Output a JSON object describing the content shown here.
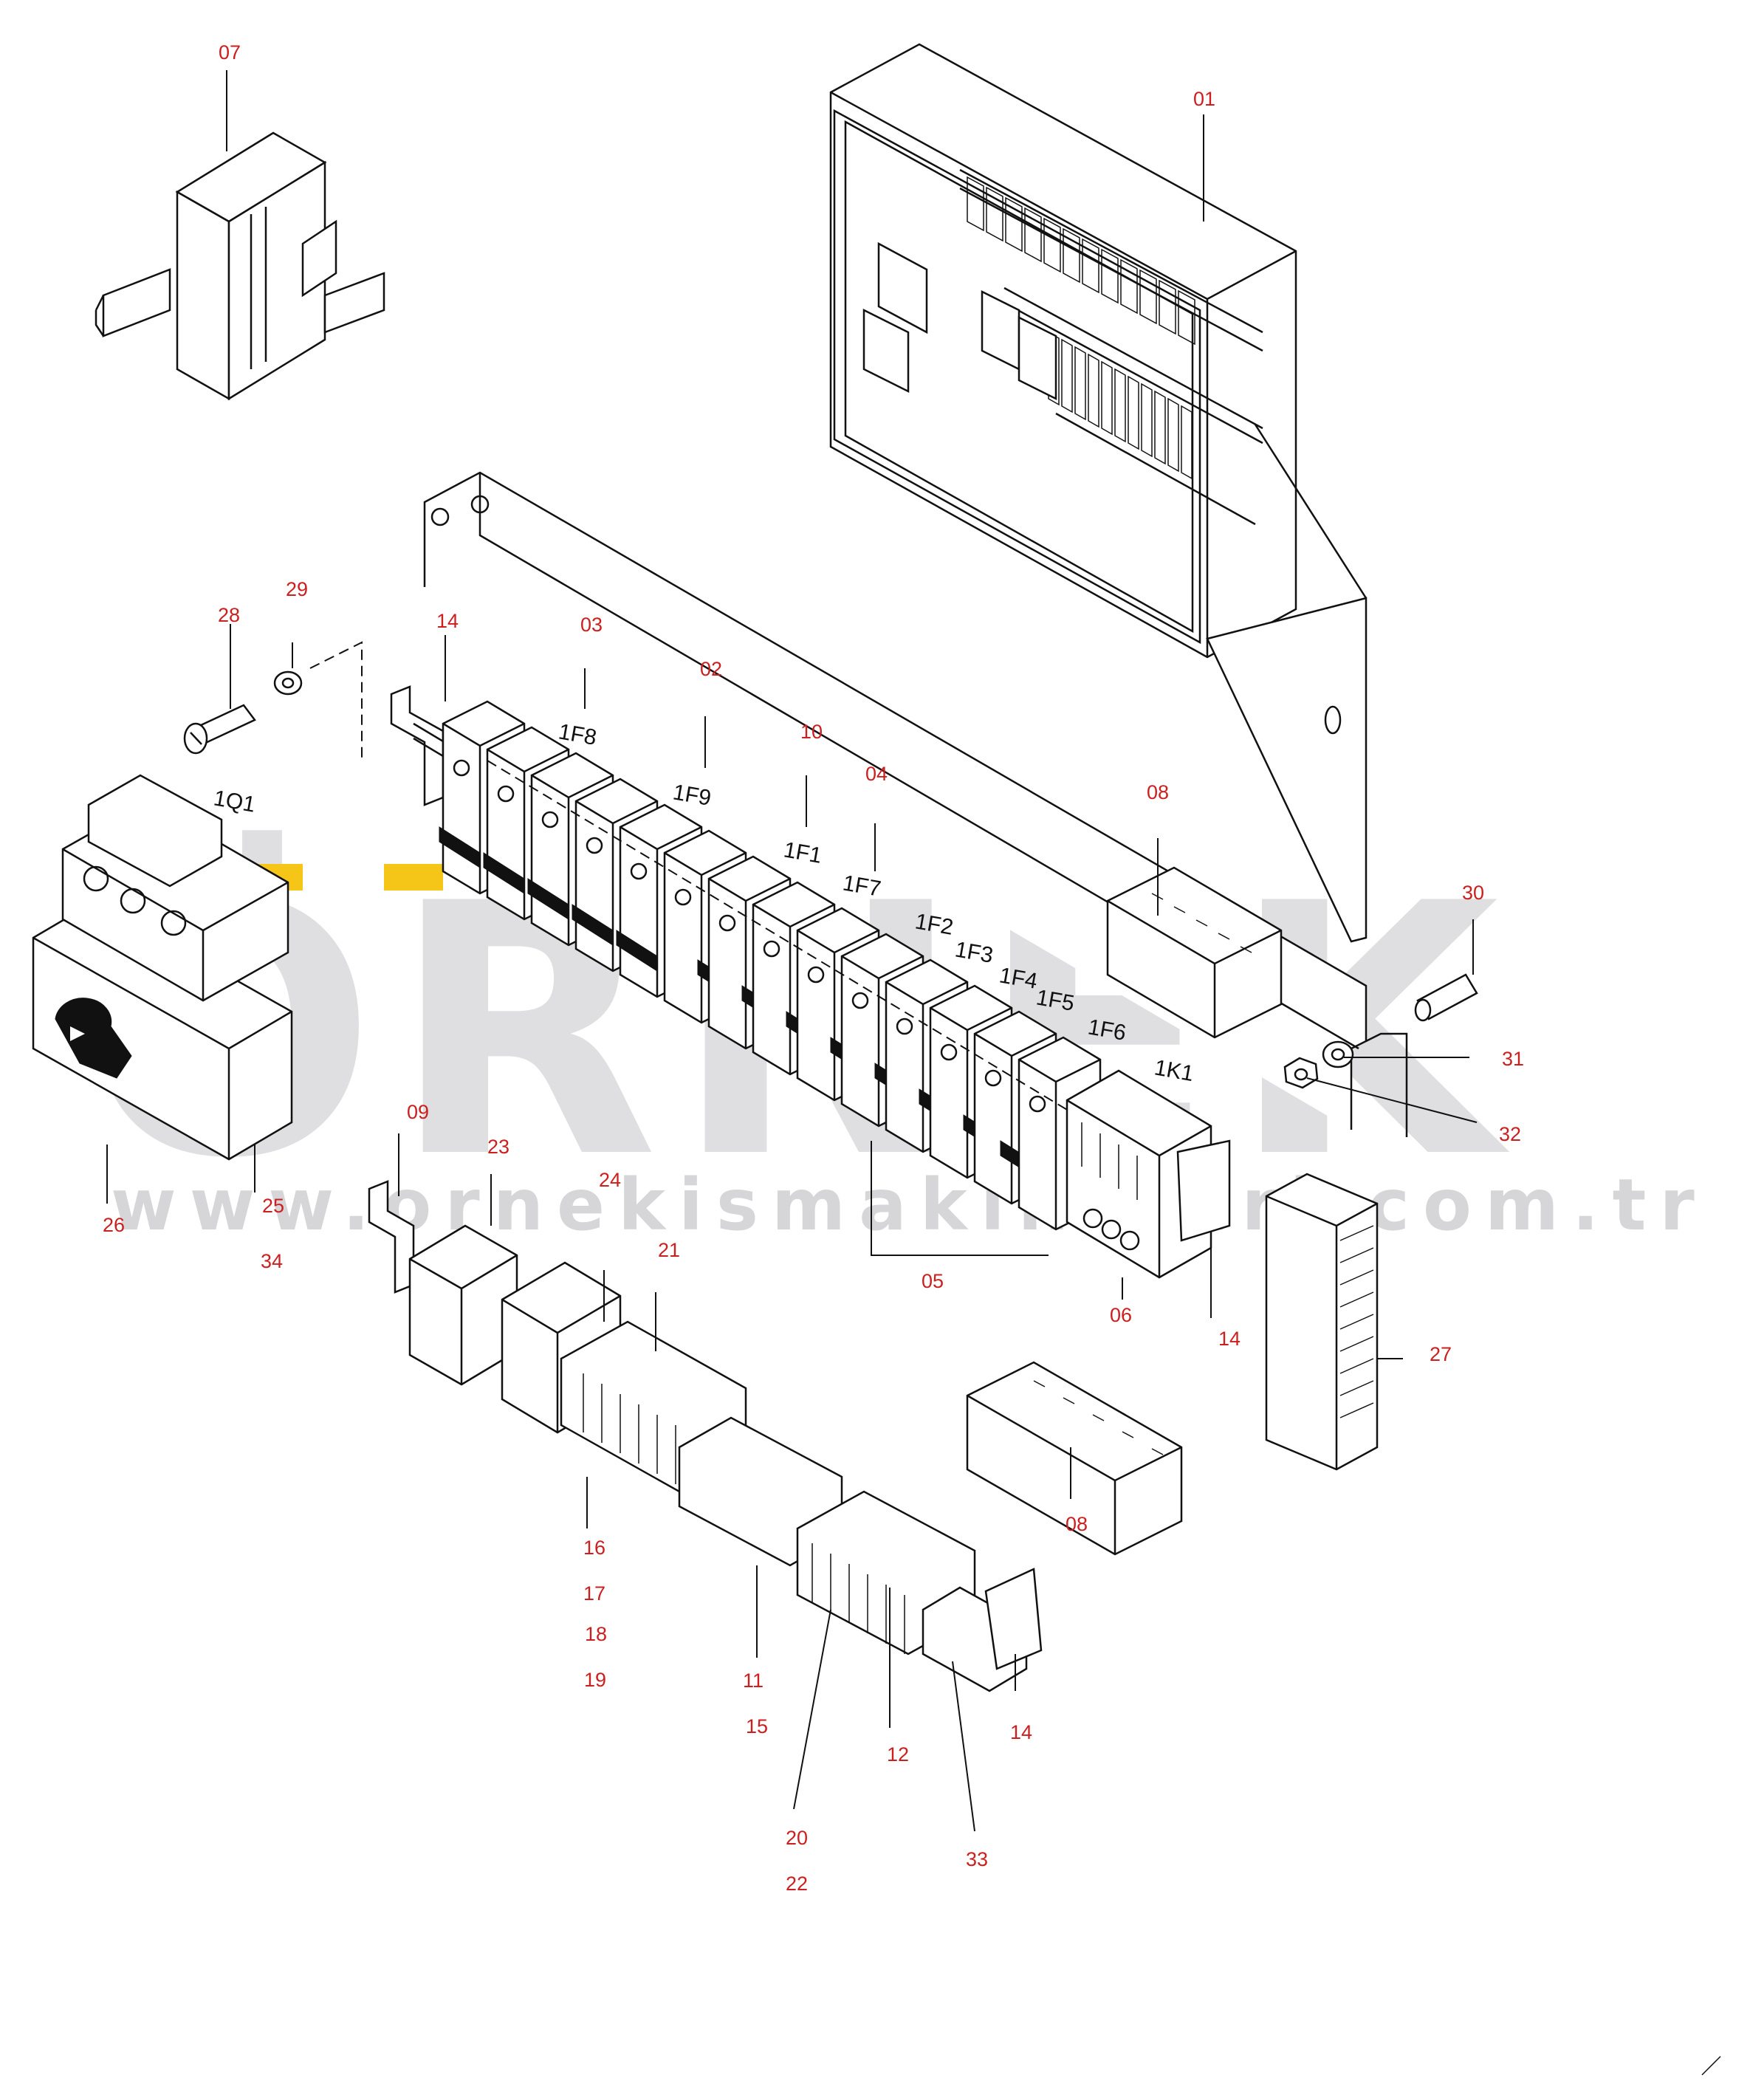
{
  "watermark": {
    "brand": "ÖRNEK",
    "url": "www.ornekismakinalari.com.tr",
    "accent_color": "#f5c518"
  },
  "colors": {
    "callout": "#cc1f1f",
    "line": "#111111",
    "watermark": "#6d6d78"
  },
  "designations": {
    "f8": "1F8",
    "f9": "1F9",
    "f1": "1F1",
    "f7": "1F7",
    "f2": "1F2",
    "f3": "1F3",
    "f4": "1F4",
    "f5": "1F5",
    "f6": "1F6",
    "k1": "1K1",
    "q1": "1Q1"
  },
  "callouts": {
    "c07": "07",
    "c01": "01",
    "c28": "28",
    "c29": "29",
    "c14a": "14",
    "c03": "03",
    "c02": "02",
    "c10": "10",
    "c04": "04",
    "c08a": "08",
    "c30": "30",
    "c31": "31",
    "c32": "32",
    "c09": "09",
    "c23": "23",
    "c24": "24",
    "c21": "21",
    "c26": "26",
    "c25": "25",
    "c34": "34",
    "c05": "05",
    "c06": "06",
    "c14b": "14",
    "c27": "27",
    "c08b": "08",
    "c16": "16",
    "c17": "17",
    "c18": "18",
    "c19": "19",
    "c11": "11",
    "c15": "15",
    "c12": "12",
    "c14c": "14",
    "c20": "20",
    "c22": "22",
    "c33": "33"
  }
}
